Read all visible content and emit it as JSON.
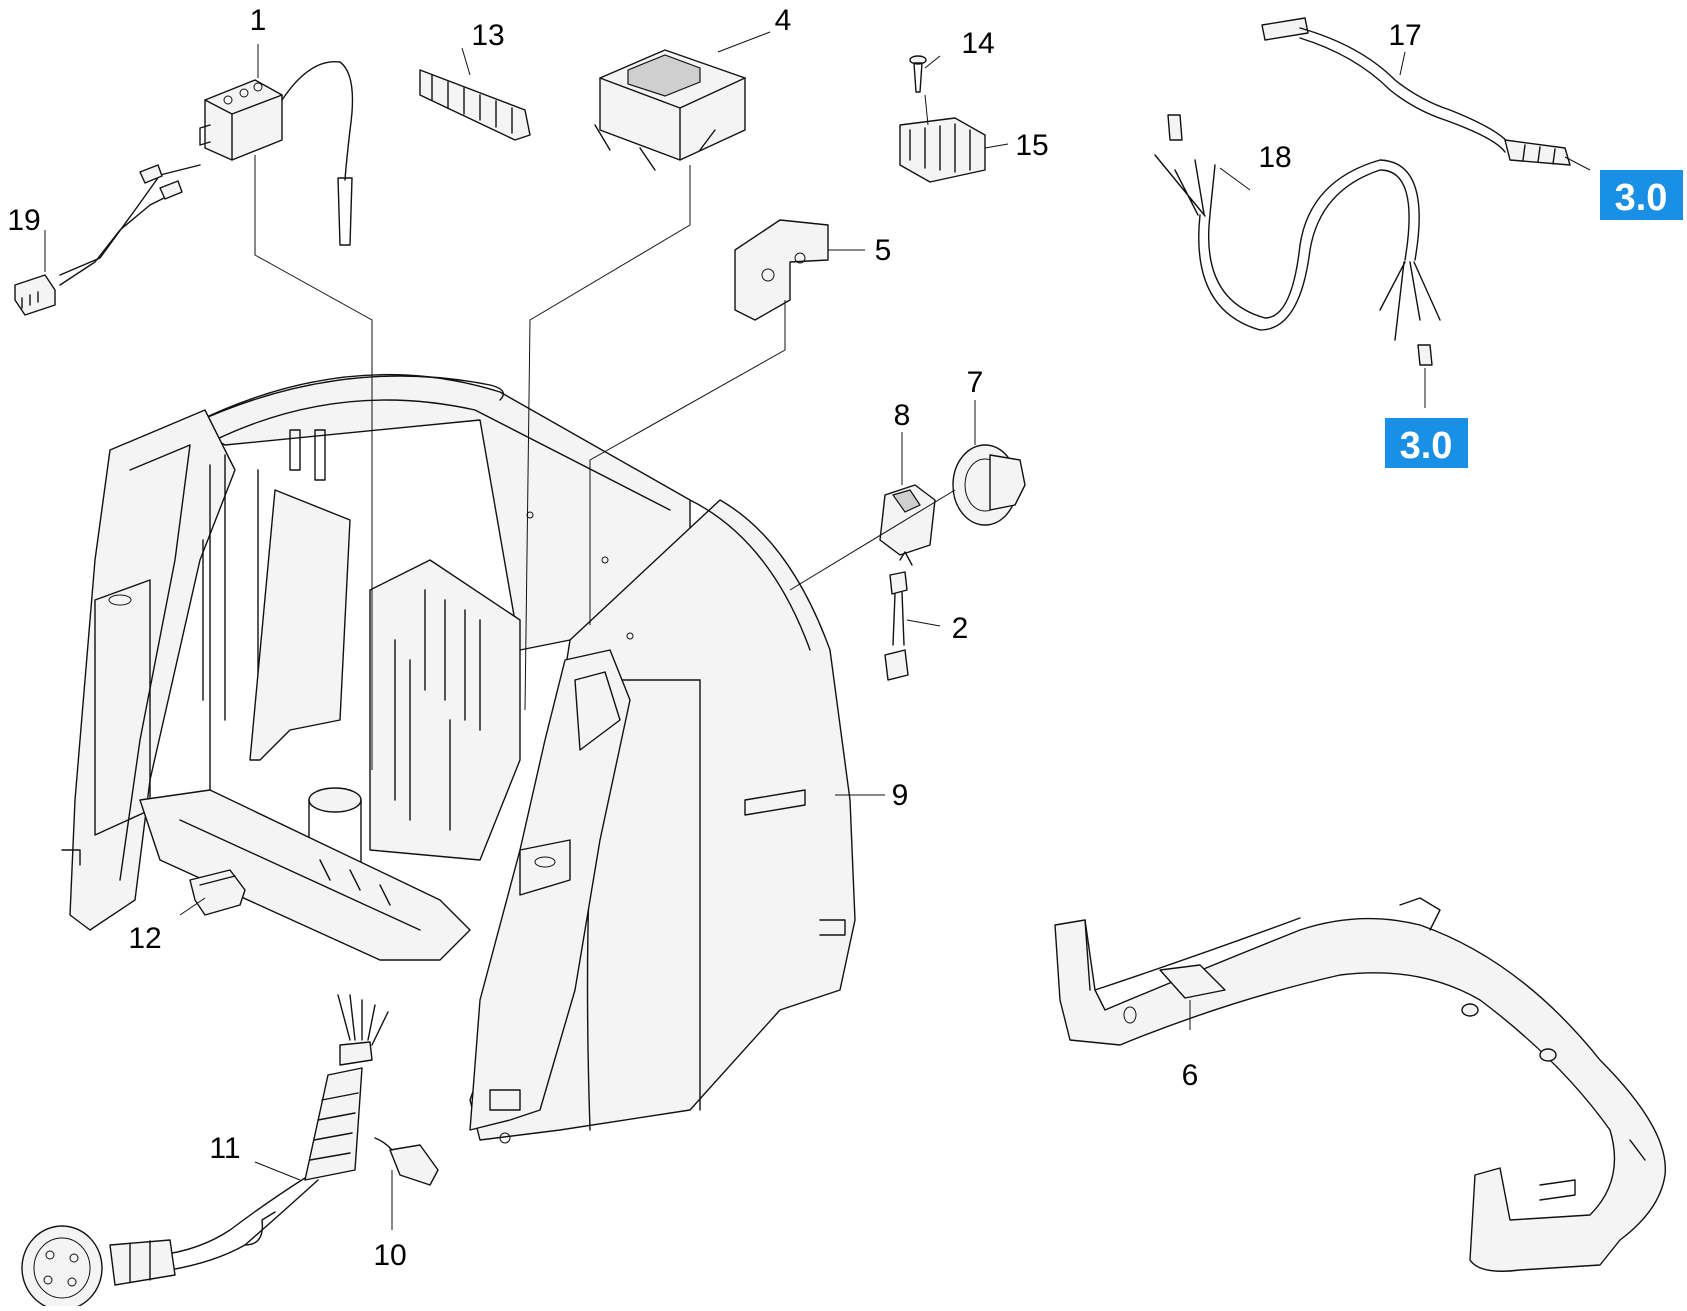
{
  "parts": [
    {
      "id": "1"
    },
    {
      "id": "2"
    },
    {
      "id": "4"
    },
    {
      "id": "5"
    },
    {
      "id": "6"
    },
    {
      "id": "7"
    },
    {
      "id": "8"
    },
    {
      "id": "9"
    },
    {
      "id": "10"
    },
    {
      "id": "11"
    },
    {
      "id": "12"
    },
    {
      "id": "13"
    },
    {
      "id": "14"
    },
    {
      "id": "15"
    },
    {
      "id": "17"
    },
    {
      "id": "18"
    },
    {
      "id": "19"
    }
  ],
  "references": [
    {
      "label": "3.0"
    },
    {
      "label": "3.0"
    }
  ],
  "colors": {
    "line": "#111111",
    "reference_badge": "#1a8fe6",
    "reference_text": "#ffffff"
  }
}
